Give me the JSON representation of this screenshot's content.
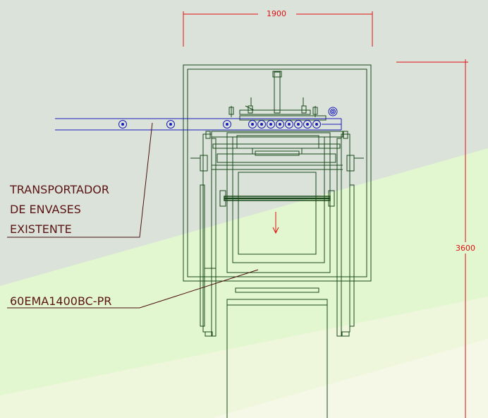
{
  "colors": {
    "background_top": "#dbe2da",
    "background_green": "#e2f6cf",
    "background_light": "#f3f7e4",
    "machine_line": "#1a4a1a",
    "conveyor_line": "#1c1cb8",
    "dimension_line": "#e01010",
    "label_text": "#5a1414",
    "leader_line": "#4a1010"
  },
  "dimensions": {
    "width_label": "1900",
    "height_label": "3600"
  },
  "labels": {
    "conveyor_line1": "TRANSPORTADOR",
    "conveyor_line2": "DE ENVASES",
    "conveyor_line3": "EXISTENTE",
    "machine_model": "60EMA1400BC-PR"
  },
  "icons": {
    "conveyor_roller": "circle-with-dot",
    "flow_direction": "arrow-down-icon",
    "motor": "spiral-icon"
  }
}
